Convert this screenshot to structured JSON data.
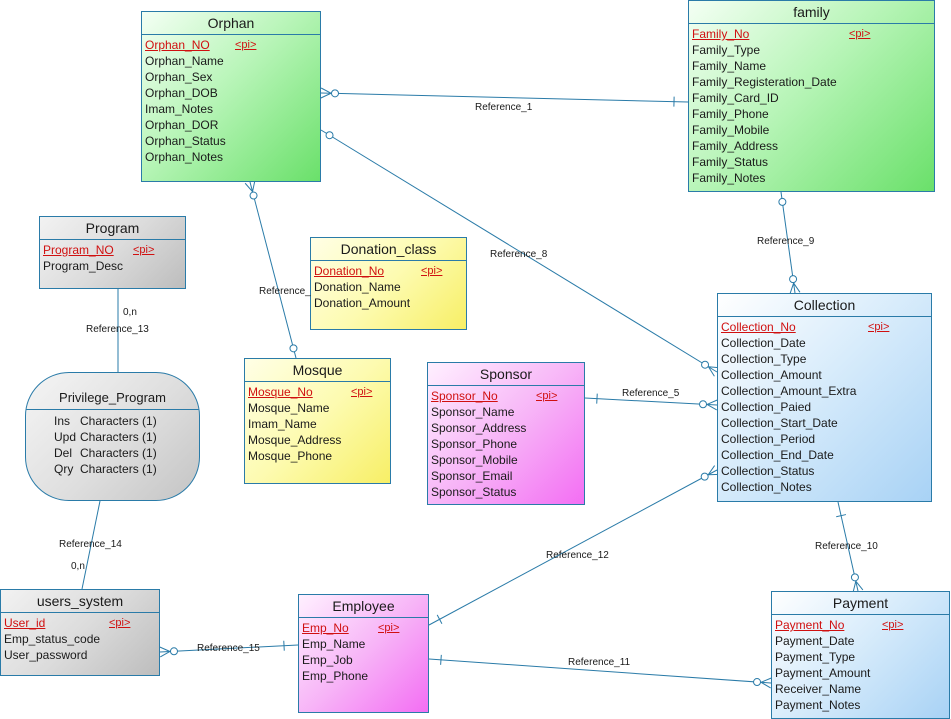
{
  "diagram": {
    "entities": [
      {
        "id": "orphan",
        "title": "Orphan",
        "pk": "Orphan_NO",
        "pk_tag": "<pi>",
        "attributes": [
          "Orphan_Name",
          "Orphan_Sex",
          "Orphan_DOB",
          "Imam_Notes",
          "Orphan_DOR",
          "Orphan_Status",
          "Orphan_Notes"
        ],
        "color": "#7ce67c"
      },
      {
        "id": "family",
        "title": "family",
        "pk": "Family_No",
        "pk_tag": "<pi>",
        "attributes": [
          "Family_Type",
          "Family_Name",
          "Family_Registeration_Date",
          "Family_Card_ID",
          "Family_Phone",
          "Family_Mobile",
          "Family_Address",
          "Family_Status",
          "Family_Notes"
        ],
        "color": "#7ce67c"
      },
      {
        "id": "program",
        "title": "Program",
        "pk": "Program_NO",
        "pk_tag": "<pi>",
        "attributes": [
          "Program_Desc"
        ],
        "color": "#c8c8c8"
      },
      {
        "id": "donation_class",
        "title": "Donation_class",
        "pk": "Donation_No",
        "pk_tag": "<pi>",
        "attributes": [
          "Donation_Name",
          "Donation_Amount"
        ],
        "color": "#f7ef66"
      },
      {
        "id": "mosque",
        "title": "Mosque",
        "pk": "Mosque_No",
        "pk_tag": "<pi>",
        "attributes": [
          "Mosque_Name",
          "Imam_Name",
          "Mosque_Address",
          "Mosque_Phone"
        ],
        "color": "#f7ef66"
      },
      {
        "id": "sponsor",
        "title": "Sponsor",
        "pk": "Sponsor_No",
        "pk_tag": "<pi>",
        "attributes": [
          "Sponsor_Name",
          "Sponsor_Address",
          "Sponsor_Phone",
          "Sponsor_Mobile",
          "Sponsor_Email",
          "Sponsor_Status"
        ],
        "color": "#f36ef3"
      },
      {
        "id": "collection",
        "title": "Collection",
        "pk": "Collection_No",
        "pk_tag": "<pi>",
        "attributes": [
          "Collection_Date",
          "Collection_Type",
          "Collection_Amount",
          "Collection_Amount_Extra",
          "Collection_Paied",
          "Collection_Start_Date",
          "Collection_Period",
          "Collection_End_Date",
          "Collection_Status",
          "Collection_Notes"
        ],
        "color": "#a8d2f5"
      },
      {
        "id": "users_system",
        "title": "users_system",
        "pk": "User_id",
        "pk_tag": "<pi>",
        "attributes": [
          "Emp_status_code",
          "User_password"
        ],
        "color": "#c8c8c8"
      },
      {
        "id": "employee",
        "title": "Employee",
        "pk": "Emp_No",
        "pk_tag": "<pi>",
        "attributes": [
          "Emp_Name",
          "Emp_Job",
          "Emp_Phone"
        ],
        "color": "#f36ef3"
      },
      {
        "id": "payment",
        "title": "Payment",
        "pk": "Payment_No",
        "pk_tag": "<pi>",
        "attributes": [
          "Payment_Date",
          "Payment_Type",
          "Payment_Amount",
          "Receiver_Name",
          "Payment_Notes"
        ],
        "color": "#a8d2f5"
      }
    ],
    "association": {
      "id": "privilege_program",
      "title": "Privilege_Program",
      "attributes": [
        {
          "name": "Ins",
          "type": "Characters (1)"
        },
        {
          "name": "Upd",
          "type": "Characters (1)"
        },
        {
          "name": "Del",
          "type": "Characters (1)"
        },
        {
          "name": "Qry",
          "type": "Characters (1)"
        }
      ]
    },
    "references": [
      {
        "label": "Reference_1",
        "from": "orphan",
        "to": "family",
        "from_end": "zero-or-many",
        "to_end": "one"
      },
      {
        "label": "Reference_",
        "from": "orphan",
        "to": "mosque",
        "from_end": "zero-or-many",
        "to_end": "zero"
      },
      {
        "label": "Reference_8",
        "from": "orphan",
        "to": "collection",
        "from_end": "zero",
        "to_end": "zero-or-many"
      },
      {
        "label": "Reference_9",
        "from": "family",
        "to": "collection",
        "from_end": "zero",
        "to_end": "zero-or-many"
      },
      {
        "label": "Reference_5",
        "from": "sponsor",
        "to": "collection",
        "from_end": "one",
        "to_end": "zero-or-many"
      },
      {
        "label": "Reference_12",
        "from": "employee",
        "to": "collection",
        "from_end": "one",
        "to_end": "zero-or-many"
      },
      {
        "label": "Reference_10",
        "from": "collection",
        "to": "payment",
        "from_end": "one",
        "to_end": "zero-or-many"
      },
      {
        "label": "Reference_11",
        "from": "employee",
        "to": "payment",
        "from_end": "one",
        "to_end": "zero-or-many"
      },
      {
        "label": "Reference_15",
        "from": "employee",
        "to": "users_system",
        "from_end": "one",
        "to_end": "zero-or-many"
      },
      {
        "label": "Reference_13",
        "from": "program",
        "to": "privilege_program",
        "cardinality": "0,n"
      },
      {
        "label": "Reference_14",
        "from": "privilege_program",
        "to": "users_system",
        "cardinality": "0,n"
      }
    ]
  }
}
